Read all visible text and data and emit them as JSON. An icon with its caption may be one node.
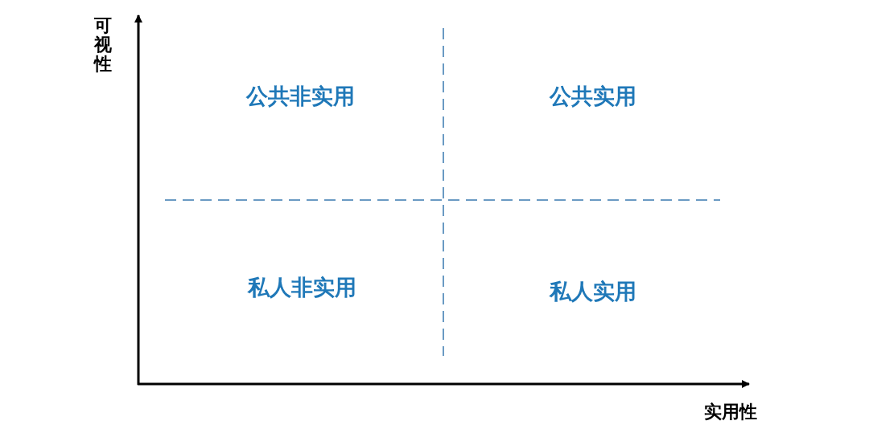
{
  "diagram": {
    "labels": [
      "可视性",
      "公共非实用",
      "公共实用",
      "私人非实用",
      "私人实用",
      "实用性"
    ]
  }
}
